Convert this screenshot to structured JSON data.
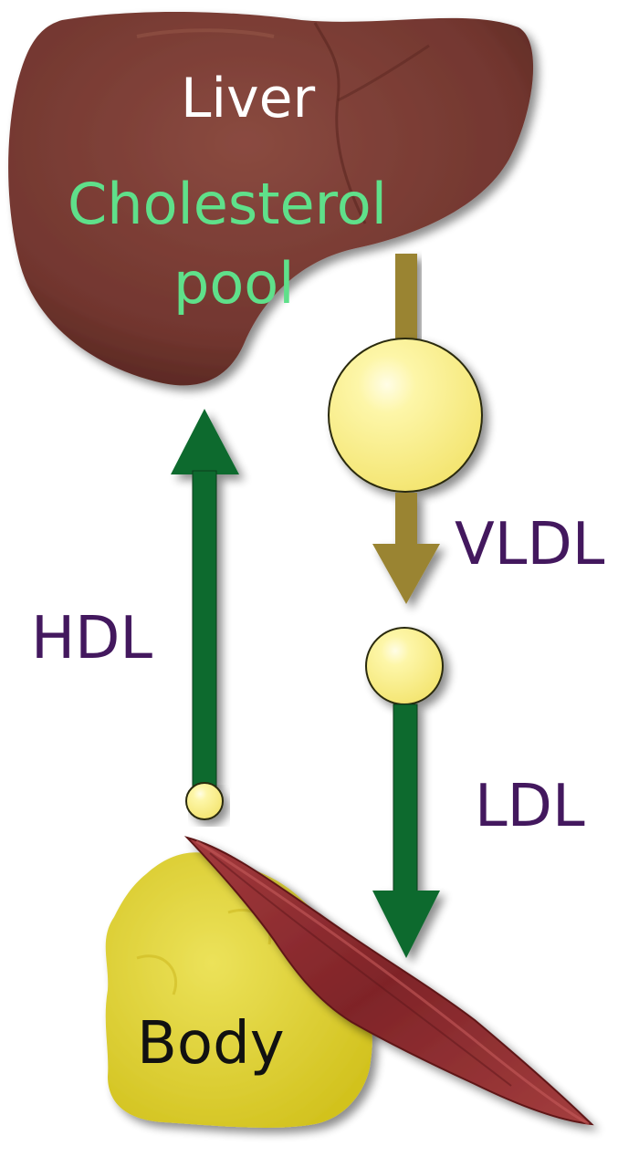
{
  "labels": {
    "liver": "Liver",
    "cholesterol_line1": "Cholesterol",
    "cholesterol_line2": "pool",
    "vldl": "VLDL",
    "hdl": "HDL",
    "ldl": "LDL",
    "body": "Body"
  },
  "colors": {
    "liver": "#7a3b33",
    "liver_text": "#ffffff",
    "cholesterol_text": "#5fe08a",
    "lipoprotein_label": "#43185e",
    "body_text": "#111111",
    "hdl_ldl_arrow": "#0e6b2e",
    "vldl_arrow": "#9a8433",
    "particle": "#fbf08e",
    "fat": "#e5d52f",
    "muscle": "#8e2a2e"
  },
  "icons": {
    "liver": "liver-organ-icon",
    "body_fat": "adipose-tissue-icon",
    "body_muscle": "muscle-tissue-icon"
  }
}
